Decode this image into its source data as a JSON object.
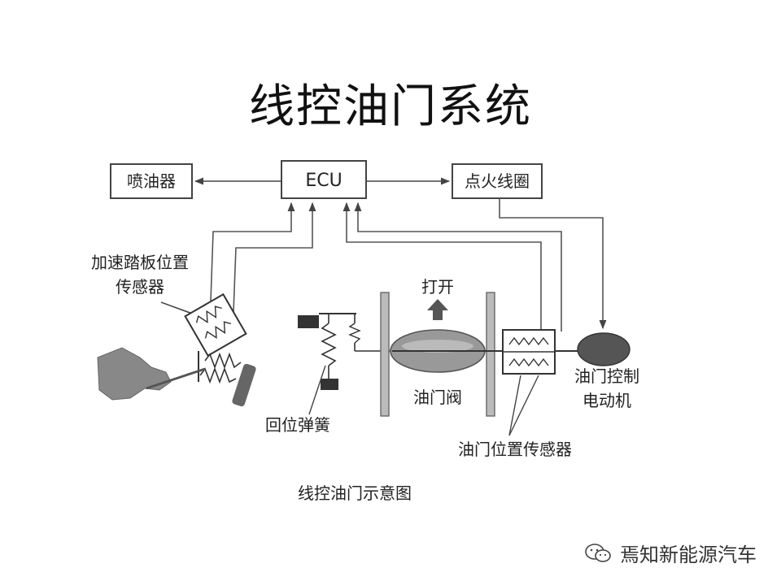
{
  "title": "线控油门系统",
  "boxes": {
    "injector": "喷油器",
    "ecu": "ECU",
    "ignition_coil": "点火线圈"
  },
  "labels": {
    "pedal_sensor_line1": "加速踏板位置",
    "pedal_sensor_line2": "传感器",
    "open": "打开",
    "throttle_valve": "油门阀",
    "return_spring": "回位弹簧",
    "motor_line1": "油门控制",
    "motor_line2": "电动机",
    "throttle_position_sensor": "油门位置传感器"
  },
  "caption": "线控油门示意图",
  "watermark": "焉知新能源汽车"
}
